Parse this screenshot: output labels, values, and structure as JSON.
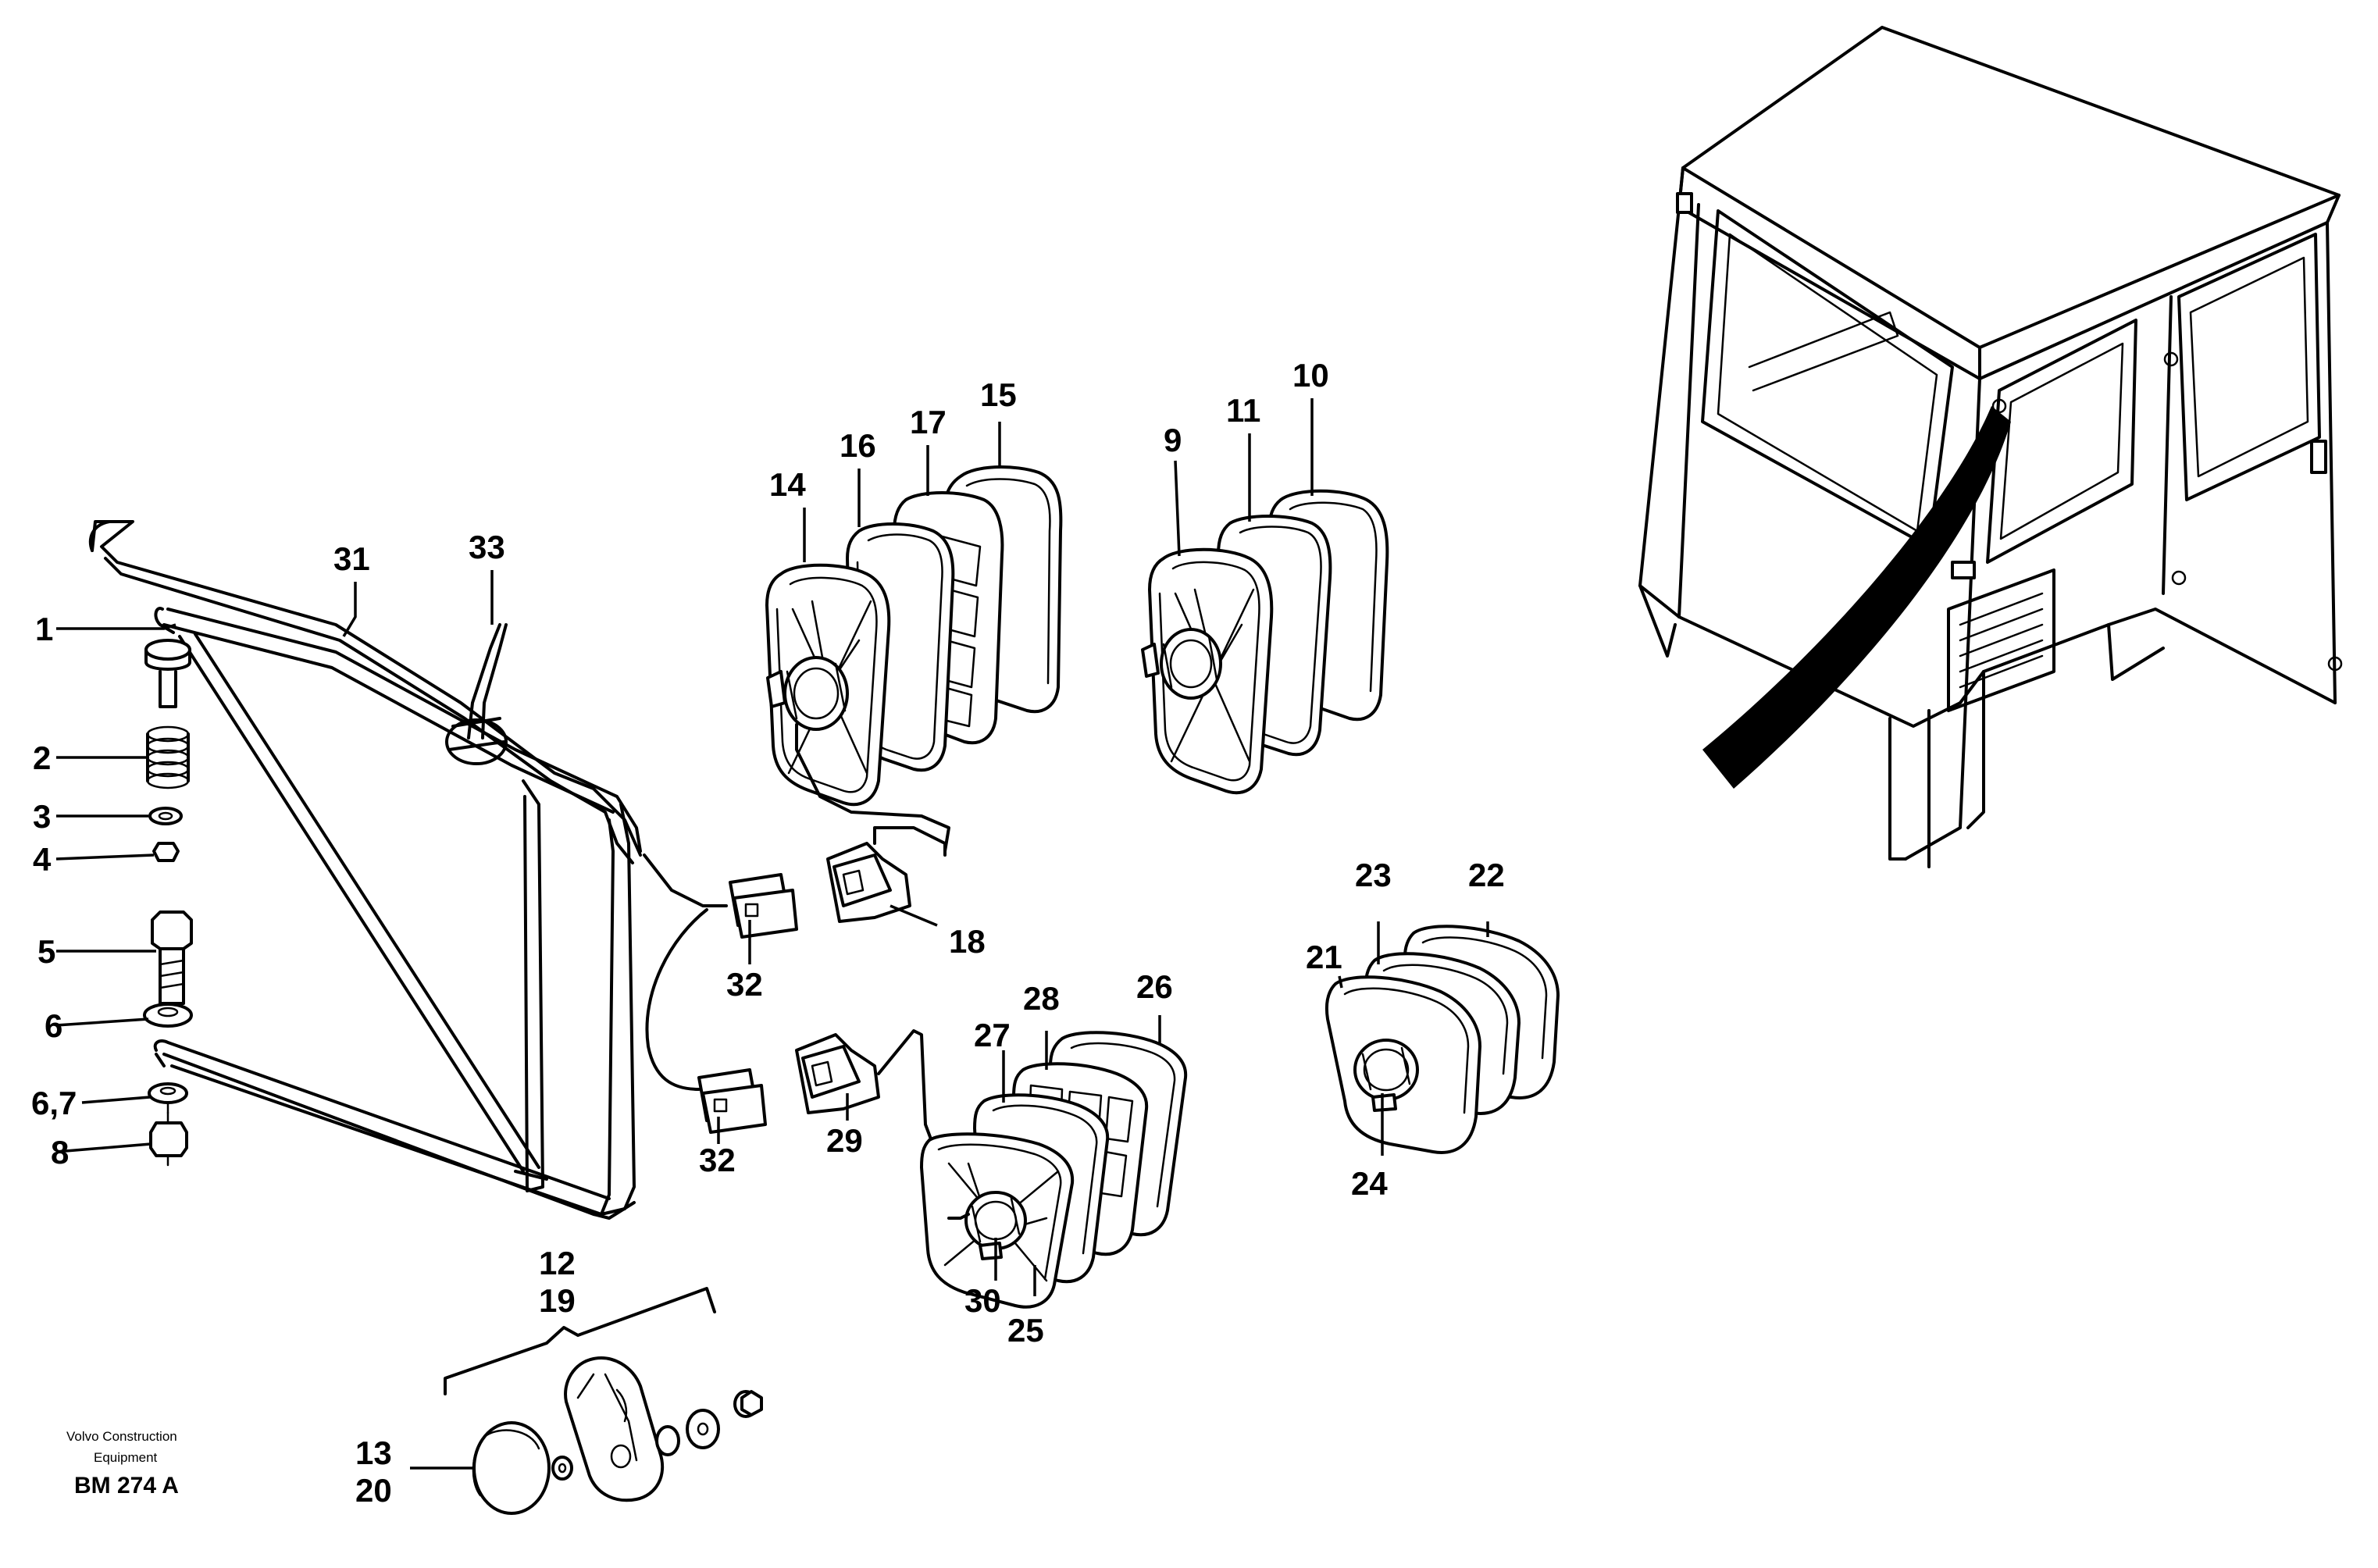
{
  "drawing": {
    "code": "BM 274 A",
    "company_line1": "Volvo Construction",
    "company_line2": "Equipment"
  },
  "callouts": {
    "c1": "1",
    "c2": "2",
    "c3": "3",
    "c4": "4",
    "c5": "5",
    "c6": "6",
    "c67": "6,7",
    "c8": "8",
    "c9": "9",
    "c10": "10",
    "c11": "11",
    "c12": "12",
    "c13": "13",
    "c14": "14",
    "c15": "15",
    "c16": "16",
    "c17": "17",
    "c18": "18",
    "c19": "19",
    "c20": "20",
    "c21": "21",
    "c22": "22",
    "c23": "23",
    "c24": "24",
    "c25": "25",
    "c26": "26",
    "c27": "27",
    "c28": "28",
    "c29": "29",
    "c30": "30",
    "c31": "31",
    "c32a": "32",
    "c32b": "32",
    "c33": "33"
  }
}
